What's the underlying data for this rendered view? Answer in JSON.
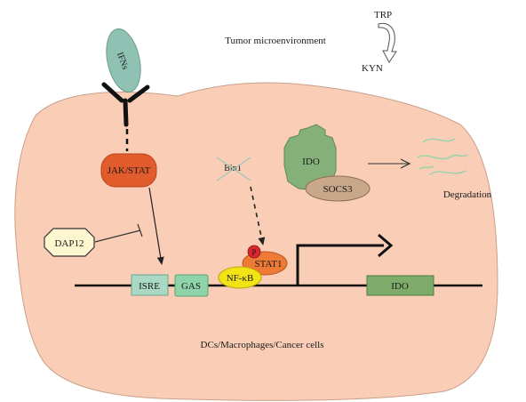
{
  "environment_label": "Tumor microenvironment",
  "trp_label": "TRP",
  "kyn_label": "KYN",
  "ifn_label": "IFNs",
  "jak_stat_label": "JAK/STAT",
  "bin1_label": "Bin1",
  "ido_protein_label": "IDO",
  "socs3_label": "SOCS3",
  "degradation_label": "Degradation",
  "dap12_label": "DAP12",
  "p_label": "P",
  "stat1_label": "STAT1",
  "nfkb_label": "NF-κB",
  "isre_label": "ISRE",
  "gas_label": "GAS",
  "ido_gene_label": "IDO",
  "cell_label": "DCs/Macrophages/Cancer cells",
  "colors": {
    "cell_fill": "#f9cdb6",
    "jak_stat": "#e25b2c",
    "stat1": "#ee7a36",
    "nfkb": "#f2e316",
    "phospho": "#d9272e",
    "ido_protein": "#86b07a",
    "socs3": "#c9a78a",
    "ifn": "#8fc2b3",
    "isre": "#a9d9c3",
    "gas": "#8fd3a9",
    "ido_gene": "#7fac6b",
    "dap12": "#fdf6cf"
  },
  "icons": {
    "receptor": "y-receptor-icon",
    "inhibition": "t-bar-inhibition-icon",
    "cross": "x-cross-icon",
    "promoter": "bent-arrow-icon"
  }
}
